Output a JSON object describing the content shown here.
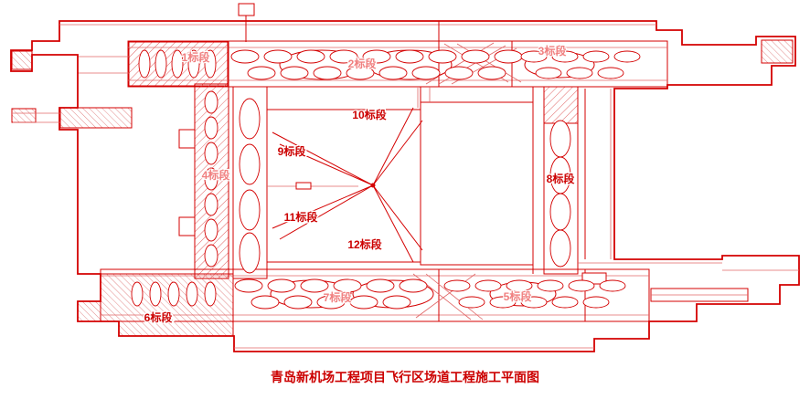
{
  "drawing": {
    "title": "青岛新机场工程项目飞行区场道工程施工平面图",
    "labels": {
      "section1": "1标段",
      "section2": "2标段",
      "section3": "3标段",
      "section4": "4标段",
      "section5": "5标段",
      "section6": "6标段",
      "section7": "7标段",
      "section8": "8标段",
      "section9": "9标段",
      "section10": "10标段",
      "section11": "11标段",
      "section12": "12标段"
    },
    "colors": {
      "line": "#d40000",
      "hatch": "#e06666",
      "background": "#ffffff",
      "title_text": "#cc0000"
    }
  }
}
